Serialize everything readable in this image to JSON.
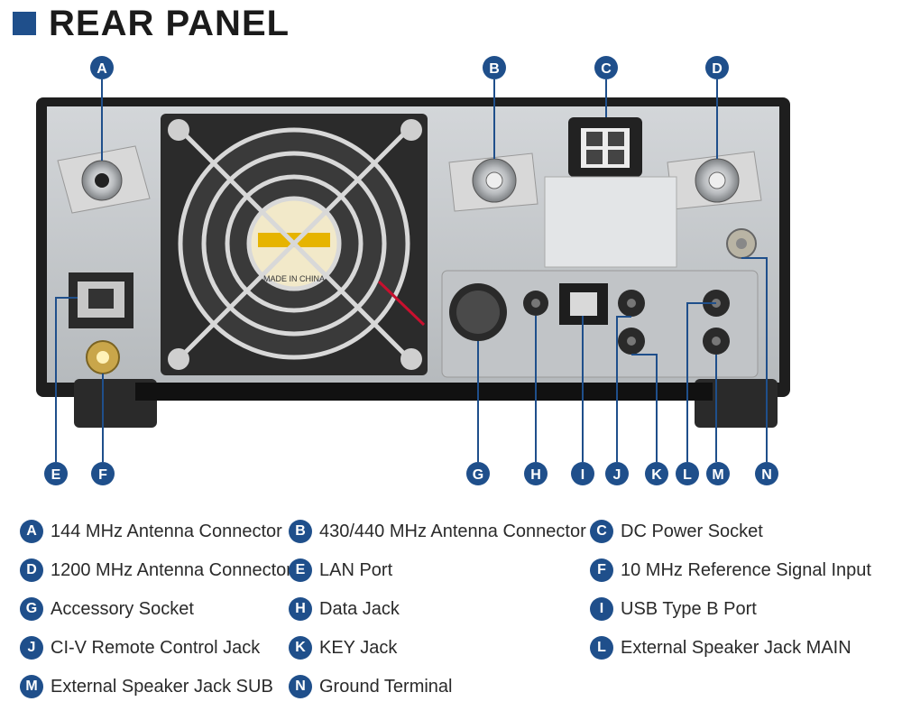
{
  "title": "REAR PANEL",
  "colors": {
    "accent": "#1f4f8b",
    "panel": "#c8cbcf",
    "case": "#1e1e1e"
  },
  "fan_label": "MADE IN CHINA",
  "callouts": {
    "A": "A",
    "B": "B",
    "C": "C",
    "D": "D",
    "E": "E",
    "F": "F",
    "G": "G",
    "H": "H",
    "I": "I",
    "J": "J",
    "K": "K",
    "L": "L",
    "M": "M",
    "N": "N"
  },
  "legend": [
    {
      "letter": "A",
      "label": "144 MHz Antenna Connector"
    },
    {
      "letter": "B",
      "label": "430/440 MHz Antenna Connector"
    },
    {
      "letter": "C",
      "label": "DC Power Socket"
    },
    {
      "letter": "D",
      "label": "1200 MHz Antenna Connector"
    },
    {
      "letter": "E",
      "label": "LAN Port"
    },
    {
      "letter": "F",
      "label": "10 MHz Reference Signal Input"
    },
    {
      "letter": "G",
      "label": "Accessory Socket"
    },
    {
      "letter": "H",
      "label": "Data Jack"
    },
    {
      "letter": "I",
      "label": "USB Type B Port"
    },
    {
      "letter": "J",
      "label": "CI-V Remote Control Jack"
    },
    {
      "letter": "K",
      "label": "KEY Jack"
    },
    {
      "letter": "L",
      "label": "External Speaker Jack MAIN"
    },
    {
      "letter": "M",
      "label": "External Speaker Jack SUB"
    },
    {
      "letter": "N",
      "label": "Ground Terminal"
    }
  ]
}
